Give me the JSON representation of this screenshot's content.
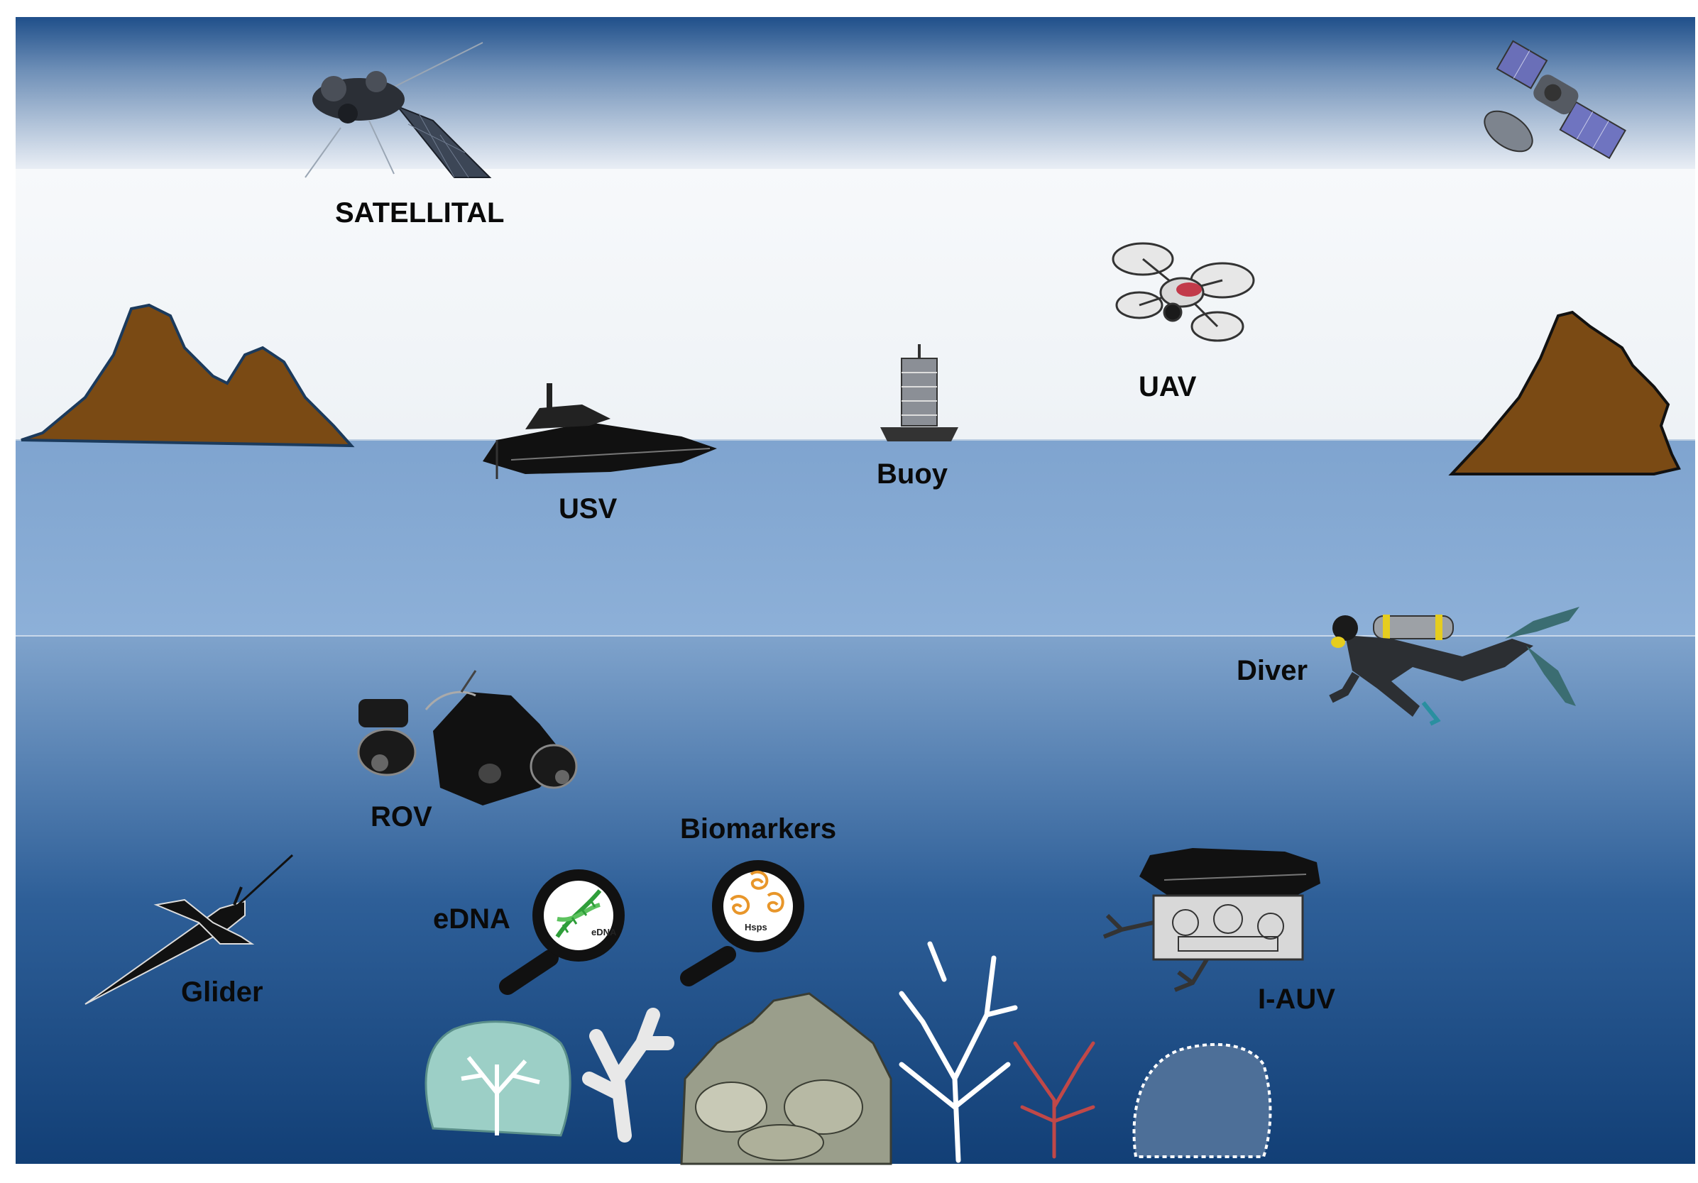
{
  "labels": {
    "satellital": "SATELLITAL",
    "uav": "UAV",
    "usv": "USV",
    "buoy": "Buoy",
    "diver": "Diver",
    "rov": "ROV",
    "biomarkers": "Biomarkers",
    "edna": "eDNA",
    "glider": "Glider",
    "iauv": "I-AUV"
  },
  "lens_text": {
    "edna": "eDNA",
    "hsps": "Hsps"
  },
  "colors": {
    "sky_top": "#1f4f8a",
    "sky_light": "#f2f5f9",
    "surface_water": "#8aaed6",
    "deep_water": "#174a84",
    "island": "#7a4a14",
    "dna_green": "#2f9e3a",
    "protein_orange": "#e8962a"
  }
}
